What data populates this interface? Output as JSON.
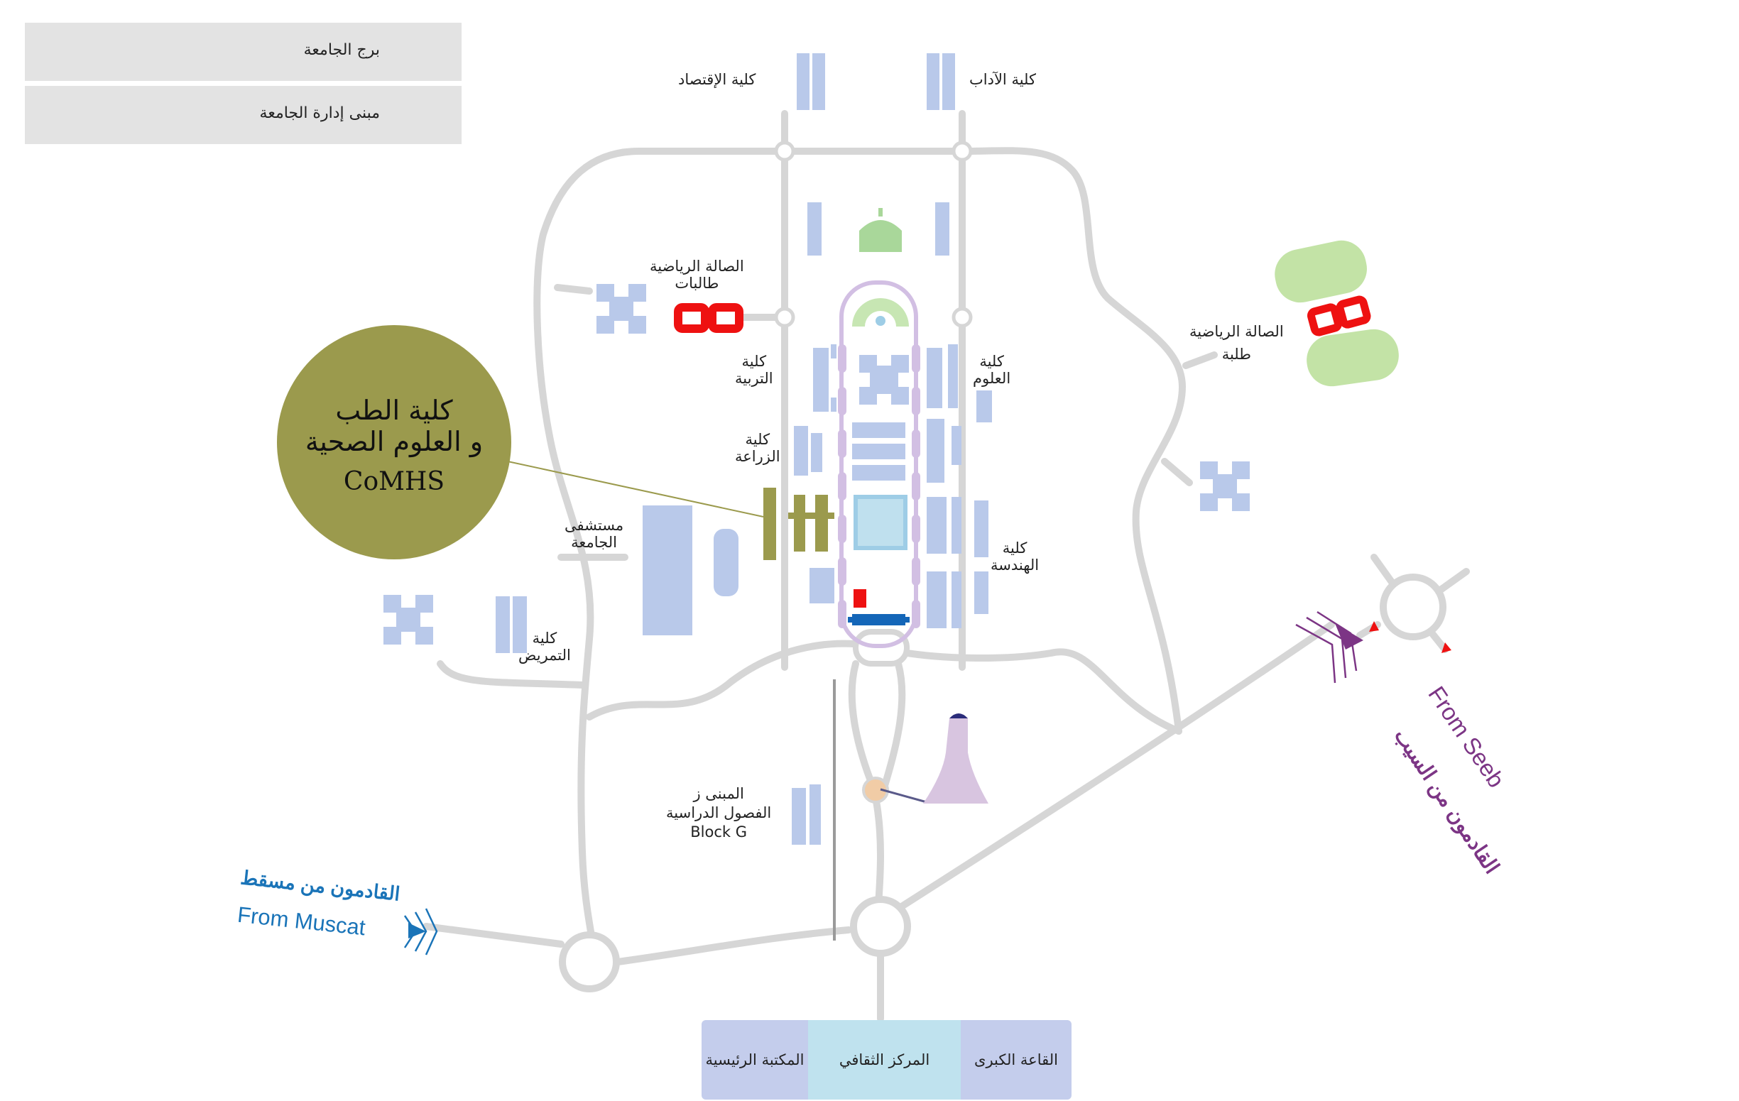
{
  "legend": {
    "tower_label": "برج الجامعة",
    "admin_label": "مبنى إدارة الجامعة"
  },
  "comhs": {
    "ar_line1": "كلية الطب",
    "ar_line2": "و العلوم الصحية",
    "en": "CoMHS"
  },
  "labels": {
    "economics": "كلية الإقتصاد",
    "arts": "كلية الآداب",
    "female_gym_l1": "الصالة الرياضية",
    "female_gym_l2": "طالبات",
    "male_gym_l1": "الصالة الرياضية",
    "male_gym_l2": "طلبة",
    "education_l1": "كلية",
    "education_l2": "التربية",
    "science_l1": "كلية",
    "science_l2": "العلوم",
    "agriculture_l1": "كلية",
    "agriculture_l2": "الزراعة",
    "hospital_l1": "مستشفى",
    "hospital_l2": "الجامعة",
    "engineering_l1": "كلية",
    "engineering_l2": "الهندسة",
    "nursing_l1": "كلية",
    "nursing_l2": "التمريض",
    "blockg_l1": "المبنى ز",
    "blockg_l2": "الفصول الدراسية",
    "blockg_l3": "Block G"
  },
  "entries": {
    "muscat_ar": "القادمون من مسقط",
    "muscat_en": "From Muscat",
    "seeb_ar": "القادمون من السيب",
    "seeb_en": "From Seeb"
  },
  "bottom": {
    "library_l1": "المكتبة",
    "library_l2": "الرئيسية",
    "cultural": "المركز الثقافي",
    "hall_l1": "القاعة",
    "hall_l2": "الكبرى"
  },
  "colors": {
    "road": "#d6d6d6",
    "building": "#b9c9ea",
    "gym": "#ee1111",
    "grass": "#c3e3a6",
    "admin": "#1466b8",
    "comhs": "#9b9a4d",
    "muscat": "#1a74b8",
    "seeb": "#7c3585",
    "tower": "#d8c5e0"
  }
}
